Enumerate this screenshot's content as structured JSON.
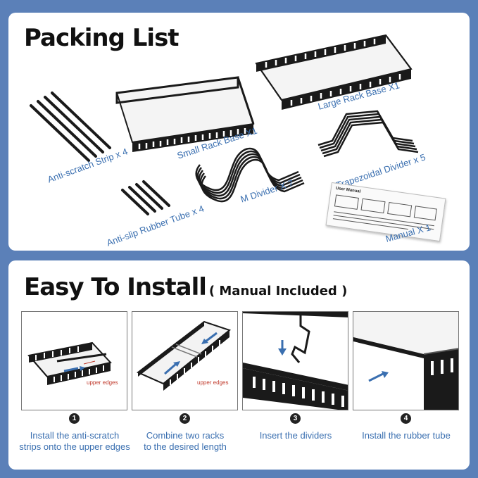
{
  "packing_list": {
    "title": "Packing List",
    "items": [
      {
        "label": "Anti-scratch Strip x 4"
      },
      {
        "label": "Small Rack Base X1"
      },
      {
        "label": "Large Rack Base X1"
      },
      {
        "label": "Anti-slip Rubber Tube x 4"
      },
      {
        "label": "M Divider X 7"
      },
      {
        "label": "Trapezoidal Divider x 5"
      },
      {
        "label": "Manual X 1"
      }
    ],
    "manual_cover": {
      "title": "User Manual"
    }
  },
  "install": {
    "title": "Easy To Install",
    "subtitle": "( Manual Included )",
    "upper_edges_note": "upper edges",
    "steps": [
      {
        "number": "1",
        "text_line1": "Install the anti-scratch",
        "text_line2": "strips onto the upper edges"
      },
      {
        "number": "2",
        "text_line1": "Combine two racks",
        "text_line2": "to the desired length"
      },
      {
        "number": "3",
        "text_line1": "Insert the dividers",
        "text_line2": ""
      },
      {
        "number": "4",
        "text_line1": "Install the rubber tube",
        "text_line2": ""
      }
    ]
  },
  "colors": {
    "background": "#5b80b8",
    "panel": "#ffffff",
    "label_blue": "#3a6fb0",
    "arrow_blue": "#3a6fb0",
    "note_red": "#c0392b",
    "metal": "#1a1a1a"
  }
}
